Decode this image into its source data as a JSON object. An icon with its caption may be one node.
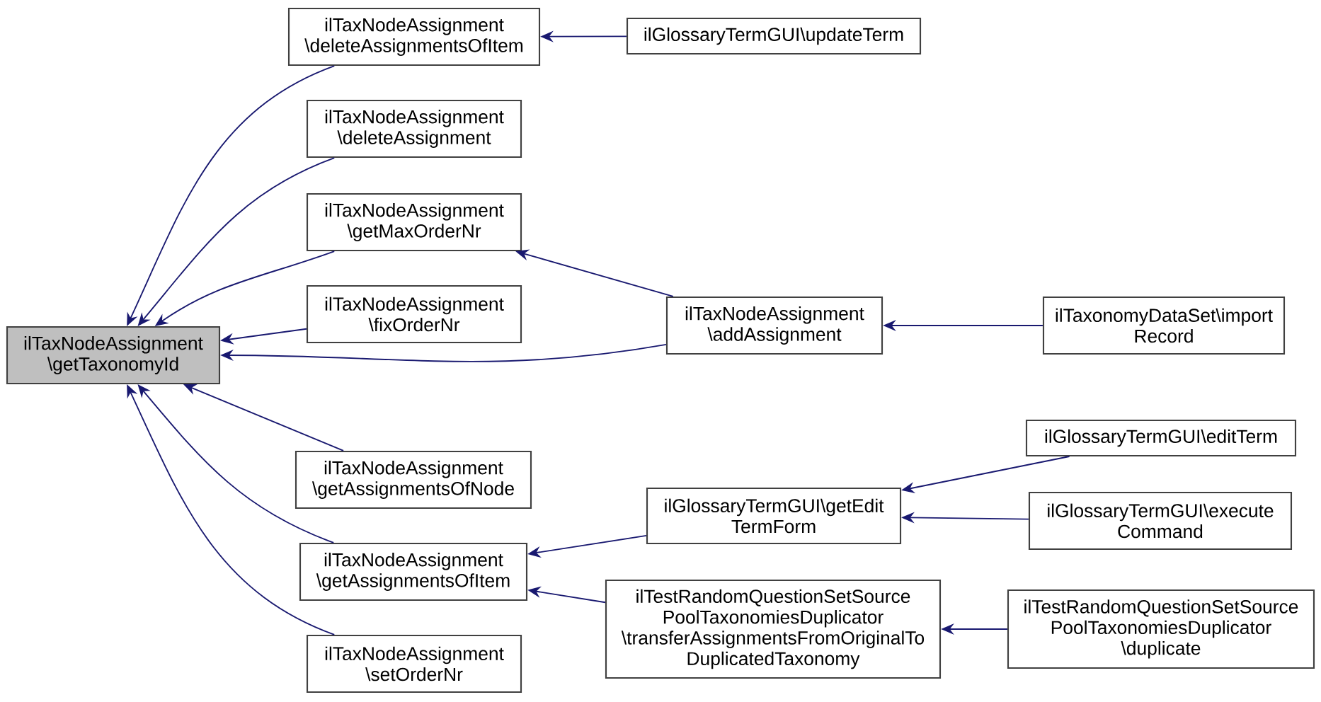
{
  "diagram": {
    "nodes": [
      {
        "text": [
          "ilTaxNodeAssignment \\getTaxonomyId"
        ]
      },
      {
        "text": [
          "ilTaxNodeAssignment \\deleteAssignmentsOfItem"
        ]
      },
      {
        "text": [
          "ilTaxNodeAssignment \\deleteAssignment"
        ]
      },
      {
        "text": [
          "ilTaxNodeAssignment \\getMaxOrderNr"
        ]
      },
      {
        "text": [
          "ilTaxNodeAssignment \\fixOrderNr"
        ]
      },
      {
        "text": [
          "ilTaxNodeAssignment \\getAssignmentsOfNode"
        ]
      },
      {
        "text": [
          "ilTaxNodeAssignment \\getAssignmentsOfItem"
        ]
      },
      {
        "text": [
          "ilTaxNodeAssignment \\setOrderNr"
        ]
      },
      {
        "text": [
          "ilGlossaryTermGUI\\updateTerm"
        ]
      },
      {
        "text": [
          "ilTaxNodeAssignment \\addAssignment"
        ]
      },
      {
        "text": [
          "ilTaxonomyDataSet\\import Record"
        ]
      },
      {
        "text": [
          "ilGlossaryTermGUI\\getEdit TermForm"
        ]
      },
      {
        "text": [
          "ilTestRandomQuestionSetSource PoolTaxonomiesDuplicator \\transferAssignmentsFromOriginalTo DuplicatedTaxonomy"
        ]
      },
      {
        "text": [
          "ilGlossaryTermGUI\\editTerm"
        ]
      },
      {
        "text": [
          "ilGlossaryTermGUI\\execute Command"
        ]
      },
      {
        "text": [
          "ilTestRandomQuestionSetSource PoolTaxonomiesDuplicator \\duplicate"
        ]
      }
    ],
    "edges": [
      {
        "from": 1,
        "to": 0,
        "arrow": "to"
      },
      {
        "from": 2,
        "to": 0,
        "arrow": "to"
      },
      {
        "from": 3,
        "to": 0,
        "arrow": "to"
      },
      {
        "from": 4,
        "to": 0,
        "arrow": "to"
      },
      {
        "from": 9,
        "to": 0,
        "arrow": "to"
      },
      {
        "from": 5,
        "to": 0,
        "arrow": "to"
      },
      {
        "from": 6,
        "to": 0,
        "arrow": "to"
      },
      {
        "from": 7,
        "to": 0,
        "arrow": "to"
      },
      {
        "from": 8,
        "to": 1,
        "arrow": "to"
      },
      {
        "from": 9,
        "to": 3,
        "arrow": "to"
      },
      {
        "from": 10,
        "to": 9,
        "arrow": "to"
      },
      {
        "from": 11,
        "to": 6,
        "arrow": "to"
      },
      {
        "from": 12,
        "to": 6,
        "arrow": "to"
      },
      {
        "from": 13,
        "to": 11,
        "arrow": "to"
      },
      {
        "from": 14,
        "to": 11,
        "arrow": "to"
      },
      {
        "from": 15,
        "to": 12,
        "arrow": "to"
      }
    ]
  }
}
